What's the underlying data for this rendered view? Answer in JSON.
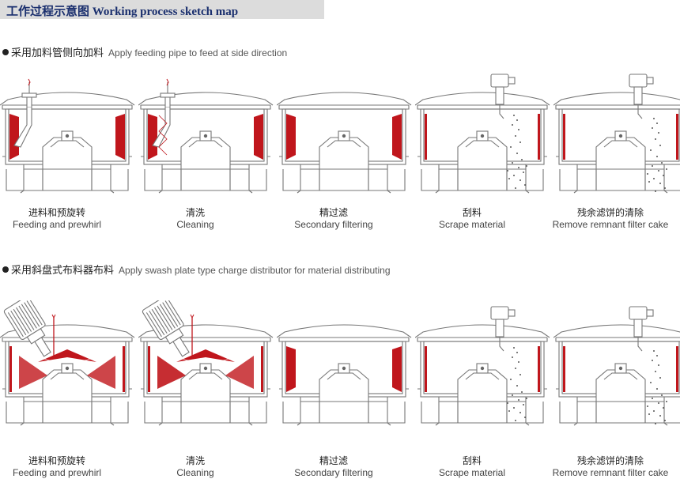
{
  "header": {
    "title": "工作过程示意图  Working process sketch map"
  },
  "sections": [
    {
      "heading_zh": "采用加料管侧向加料",
      "heading_en": "Apply feeding pipe to feed at side direction",
      "steps": [
        {
          "zh": "进料和预旋转",
          "en": "Feeding and prewhirl",
          "variant": "pipe-feed"
        },
        {
          "zh": "清洗",
          "en": "Cleaning",
          "variant": "pipe-clean"
        },
        {
          "zh": "精过滤",
          "en": "Secondary filtering",
          "variant": "filter"
        },
        {
          "zh": "刮料",
          "en": "Scrape material",
          "variant": "scrape"
        },
        {
          "zh": "残余滤饼的清除",
          "en": "Remove remnant filter cake",
          "variant": "remove"
        }
      ]
    },
    {
      "heading_zh": "采用斜盘式布料器布料",
      "heading_en": "Apply swash plate type charge distributor for material distributing",
      "steps": [
        {
          "zh": "进料和预旋转",
          "en": "Feeding and prewhirl",
          "variant": "plate-feed"
        },
        {
          "zh": "清洗",
          "en": "Cleaning",
          "variant": "plate-clean"
        },
        {
          "zh": "精过滤",
          "en": "Secondary filtering",
          "variant": "filter"
        },
        {
          "zh": "刮料",
          "en": "Scrape material",
          "variant": "scrape"
        },
        {
          "zh": "残余滤饼的清除",
          "en": "Remove remnant filter cake",
          "variant": "remove"
        }
      ]
    }
  ],
  "colors": {
    "cake": "#c0161c",
    "line": "#777777",
    "title": "#1a2f6e"
  }
}
